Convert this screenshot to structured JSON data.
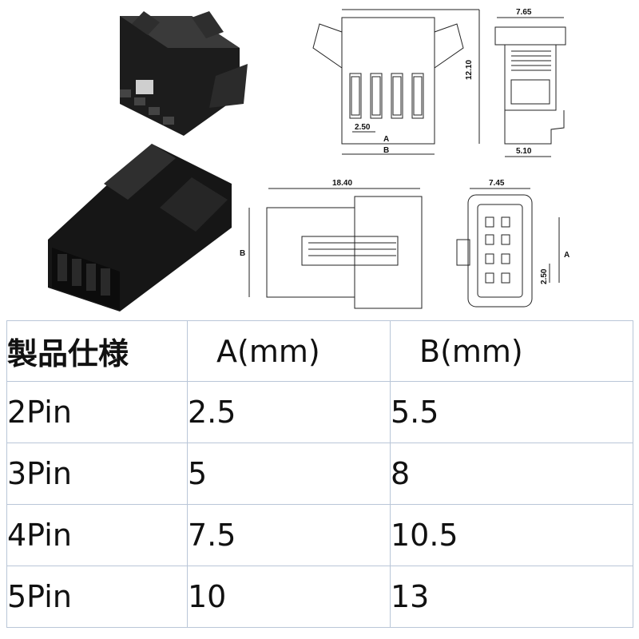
{
  "drawing": {
    "top_width": "7.65",
    "height": "12.10",
    "pitch_top": "2.50",
    "label_a_top": "A",
    "label_b_top": "B",
    "bottom_width": "5.10",
    "length": "18.40",
    "label_b_side": "B",
    "front_width": "7.45",
    "label_a_front": "A",
    "pitch_front": "2.50"
  },
  "table": {
    "headers": [
      "製品仕様",
      "A(mm)",
      "B(mm)"
    ],
    "rows": [
      {
        "pin": "2Pin",
        "a": "2.5",
        "b": "5.5"
      },
      {
        "pin": "3Pin",
        "a": "5",
        "b": "8"
      },
      {
        "pin": "4Pin",
        "a": "7.5",
        "b": "10.5"
      },
      {
        "pin": "5Pin",
        "a": "10",
        "b": "13"
      }
    ]
  }
}
